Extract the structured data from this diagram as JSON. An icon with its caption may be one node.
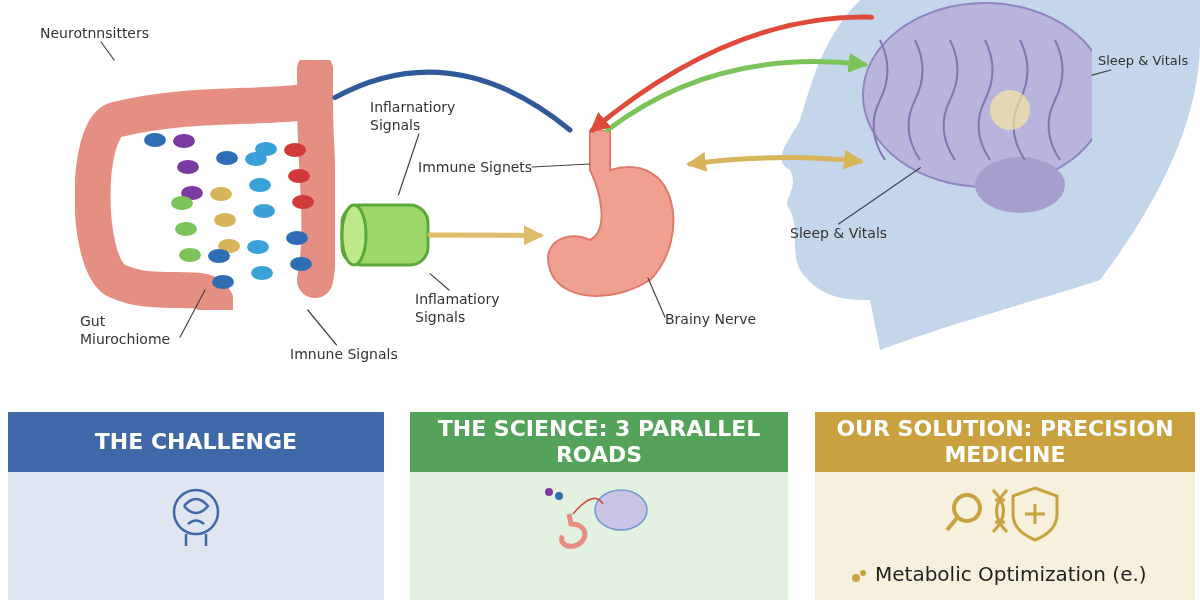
{
  "diagram": {
    "nodes": [
      {
        "text": [],
        "shape": "picture"
      },
      {
        "text": [],
        "shape": "picture"
      },
      {
        "text": [],
        "shape": "picture"
      },
      {
        "text": [],
        "shape": "picture"
      },
      {
        "text": [
          "Neurotnnsitters"
        ]
      },
      {
        "text": [
          "Inflarnatiory Signals"
        ]
      },
      {
        "text": [
          "Inflamatiory Signals"
        ]
      },
      {
        "text": [
          "Immune Signets"
        ]
      },
      {
        "text": [
          "Gut Miurochiome"
        ]
      },
      {
        "text": [
          "Imnune Signals"
        ]
      },
      {
        "text": [
          "Brainy Nerve"
        ]
      },
      {
        "text": [
          "Sleep & Vitals"
        ]
      },
      {
        "text": [
          "Sleep & Vitals"
        ]
      },
      {
        "text": [
          "THE CHALLENGE"
        ]
      },
      {
        "text": [
          "THE SCIENCE: 3 PARALLEL ROADS"
        ]
      },
      {
        "text": [
          "OUR SOLUTION: PRECISION MEDICINE",
          "Metabolic Optimization (e.)"
        ]
      }
    ],
    "edges": [
      {
        "from": 0,
        "to": 2,
        "arrow": "none",
        "style": "thick",
        "color": "#2f5a9a"
      },
      {
        "from": 1,
        "to": 2,
        "arrow": "to",
        "style": "thick",
        "color": "#e0bd6a"
      },
      {
        "from": 2,
        "to": 3,
        "arrow": "both",
        "style": "thick",
        "color": "#d8b45a"
      },
      {
        "from": 2,
        "to": 3,
        "arrow": "to",
        "style": "thick",
        "color": "#7cc35a"
      },
      {
        "from": 3,
        "to": 2,
        "arrow": "to",
        "style": "thick",
        "color": "#e04a3a"
      },
      {
        "from": 4,
        "to": 0,
        "arrow": "none"
      },
      {
        "from": 5,
        "to": 1,
        "arrow": "none"
      },
      {
        "from": 6,
        "to": 1,
        "arrow": "none"
      },
      {
        "from": 7,
        "to": 2,
        "arrow": "none"
      },
      {
        "from": 8,
        "to": 0,
        "arrow": "none"
      },
      {
        "from": 9,
        "to": 0,
        "arrow": "none"
      },
      {
        "from": 10,
        "to": 2,
        "arrow": "none"
      },
      {
        "from": 11,
        "to": 3,
        "arrow": "none"
      },
      {
        "from": 12,
        "to": 3,
        "arrow": "none"
      }
    ]
  }
}
